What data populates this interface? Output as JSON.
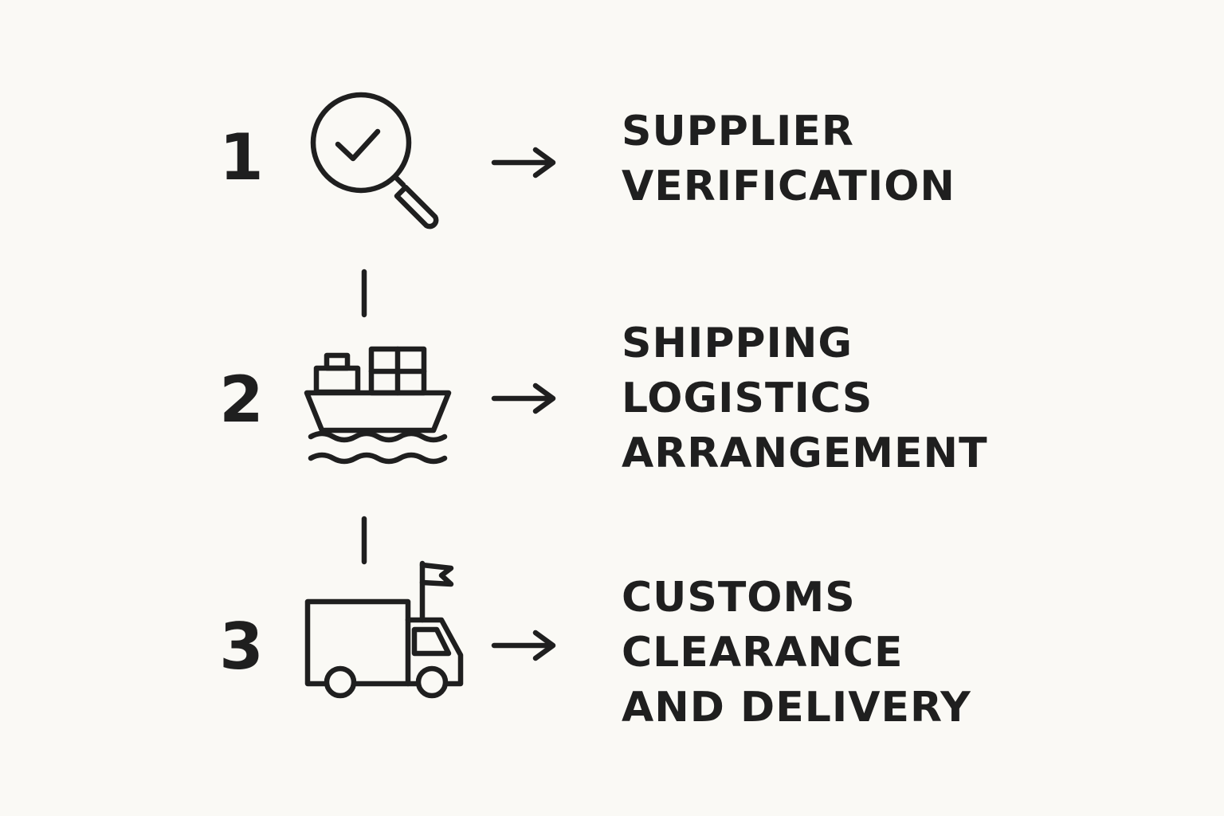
{
  "colors": {
    "background": "#FAF9F5",
    "ink": "#1F1F1F"
  },
  "steps": [
    {
      "number": "1",
      "icon": "magnifier-check-icon",
      "label_lines": [
        "SUPPLIER",
        "VERIFICATION"
      ]
    },
    {
      "number": "2",
      "icon": "cargo-ship-icon",
      "label_lines": [
        "SHIPPING",
        "LOGISTICS",
        "ARRANGEMENT"
      ]
    },
    {
      "number": "3",
      "icon": "delivery-truck-flag-icon",
      "label_lines": [
        "CUSTOMS",
        "CLEARANCE",
        "AND DELIVERY"
      ]
    }
  ]
}
